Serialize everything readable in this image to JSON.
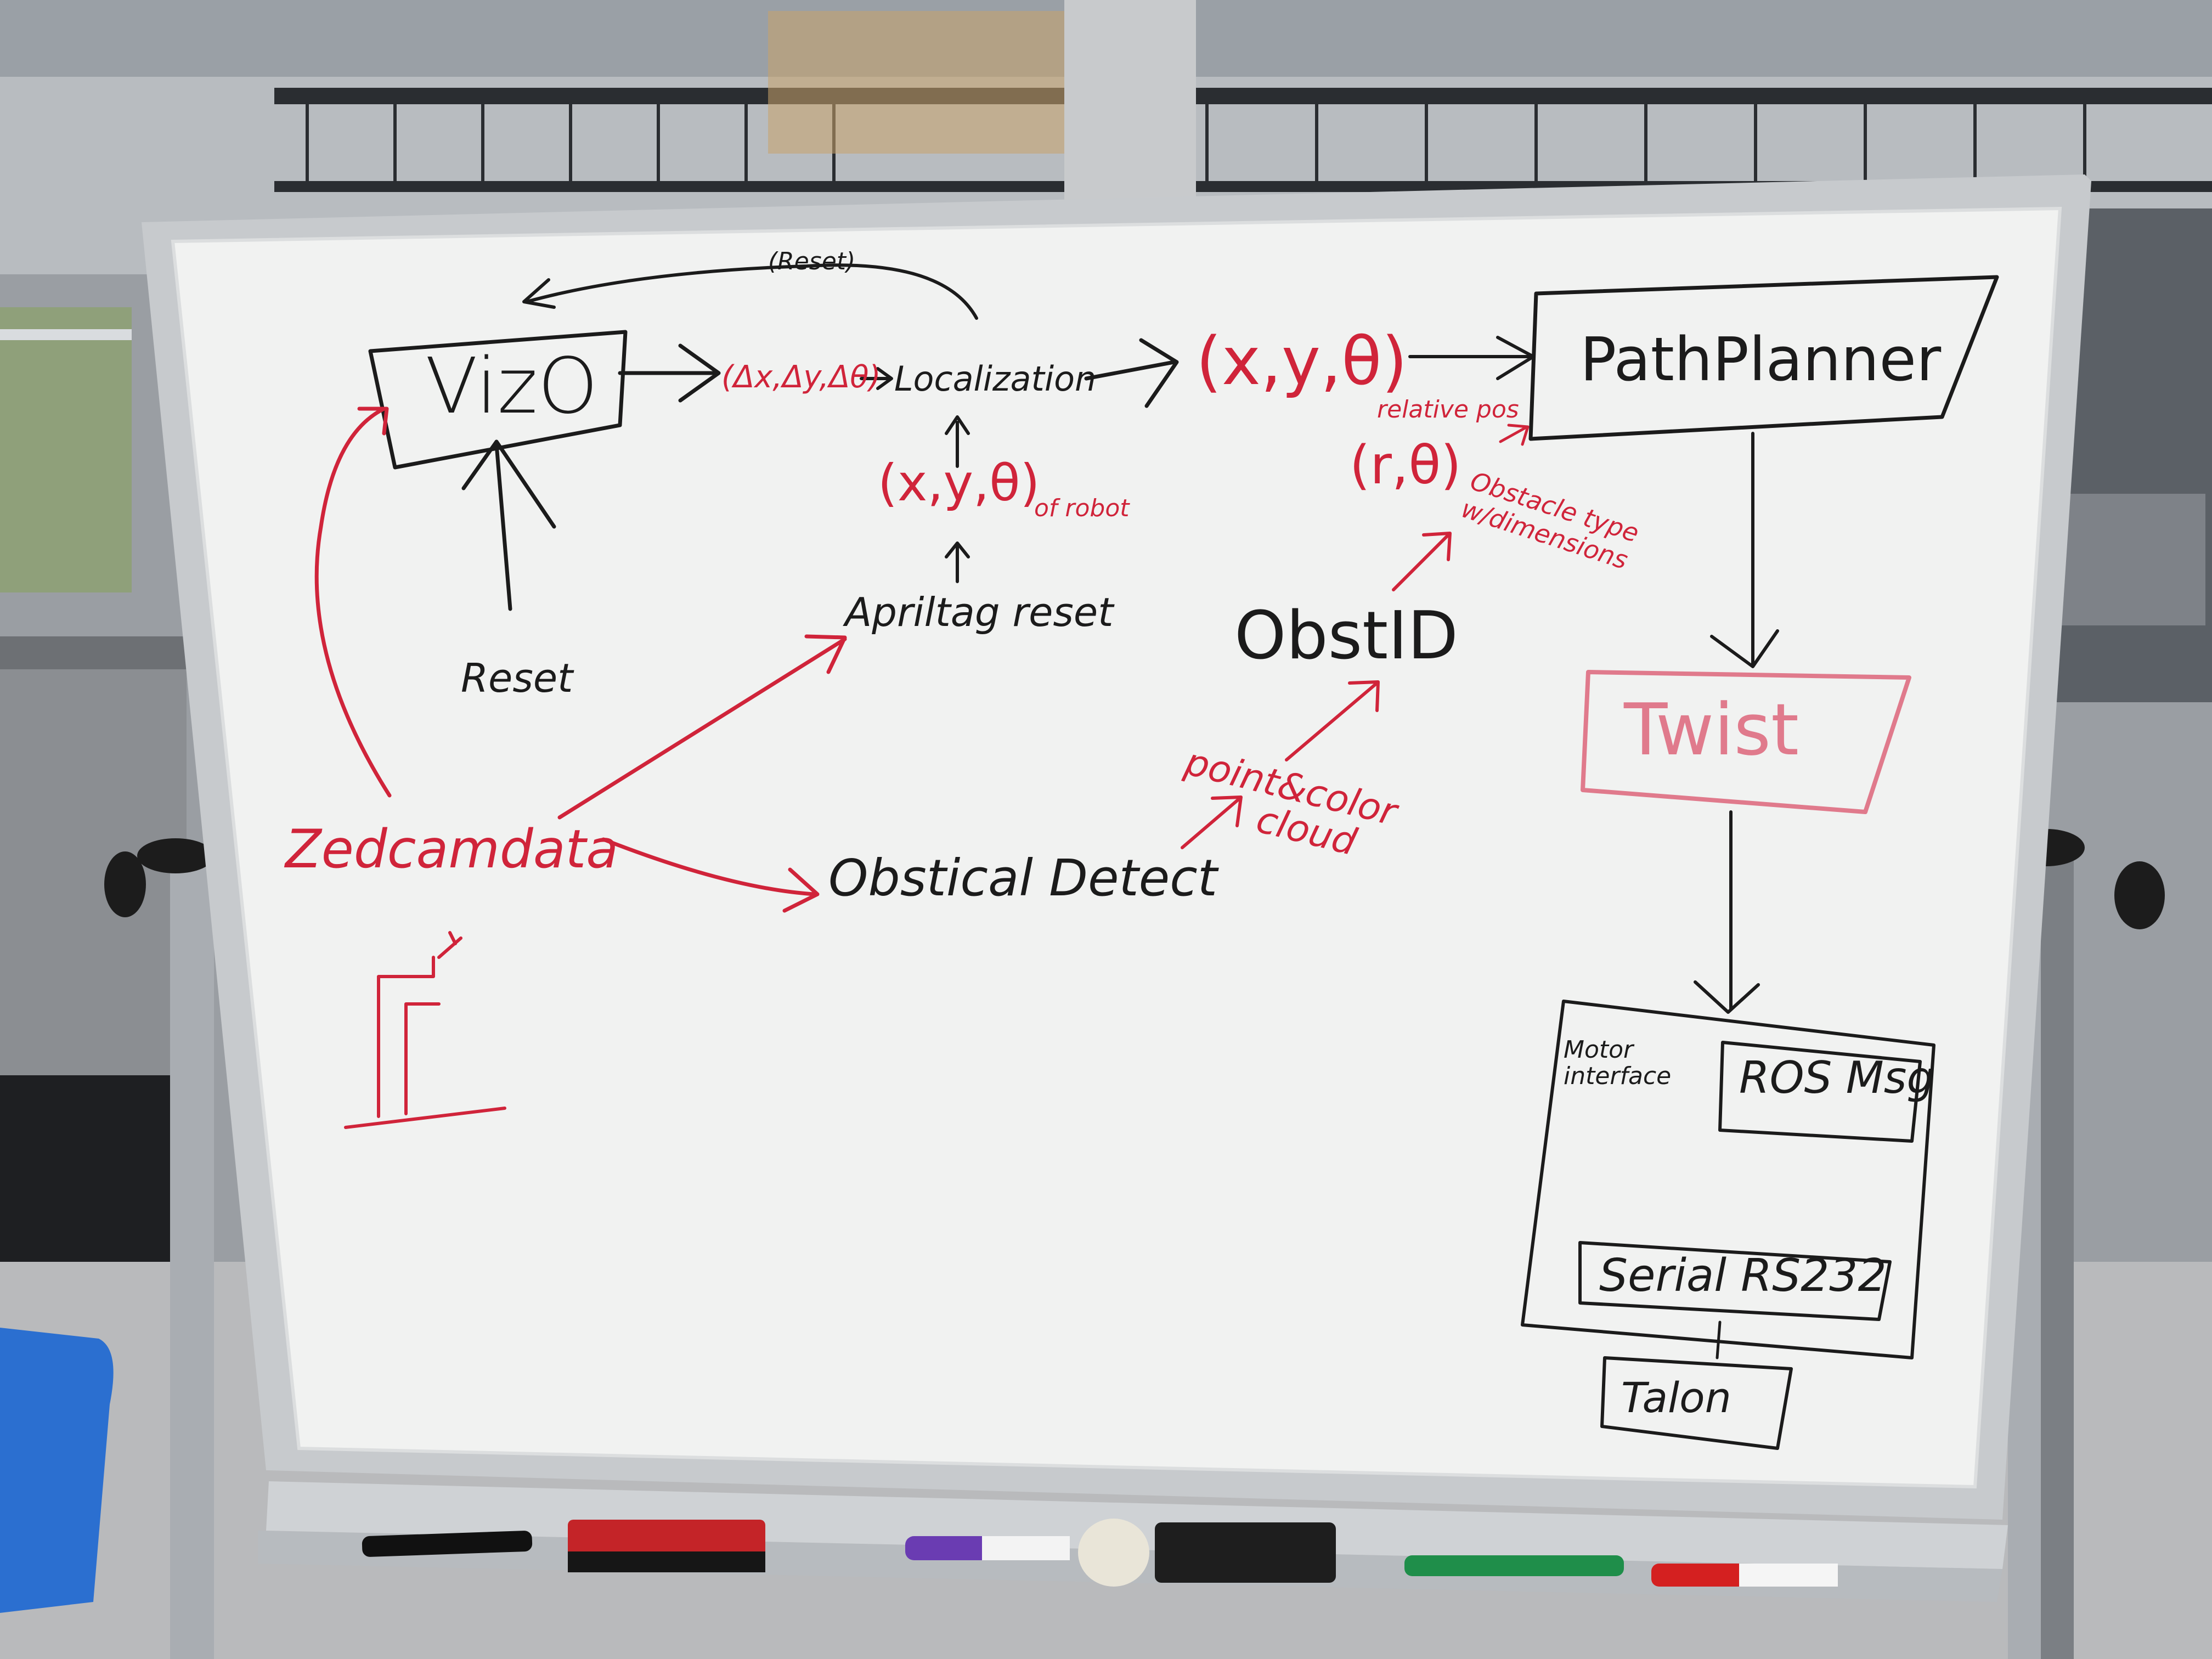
{
  "whiteboard": {
    "nodes": {
      "vizo": "VizO",
      "localization": "Localization",
      "path_planner": "PathPlanner",
      "twist": "Twist",
      "reset": "Reset",
      "apriltag_reset": "Apriltag reset",
      "obst_id": "ObstID",
      "obstical_detect": "Obstical Detect",
      "zed_cam_data": "Zedcamdata",
      "motor_interface": "Motor interface",
      "ros_msg": "ROS Msg",
      "serial_rs232": "Serial RS232",
      "talon": "Talon"
    },
    "labels": {
      "reset_loop": "(Reset)",
      "delta": "(Δx,Δy,Δθ)",
      "pose_out": "(x,y,θ)",
      "pose_robot": "(x,y,θ)",
      "of_robot": "of robot",
      "relative_pos": "relative pos",
      "r_theta": "(r,θ)",
      "obstacle_type": "Obstacle type w/dimensions",
      "point_color_cloud_1": "point&color",
      "point_color_cloud_2": "cloud"
    },
    "ink_colors": {
      "black": "#1b1b1b",
      "red": "#d0243a"
    }
  }
}
